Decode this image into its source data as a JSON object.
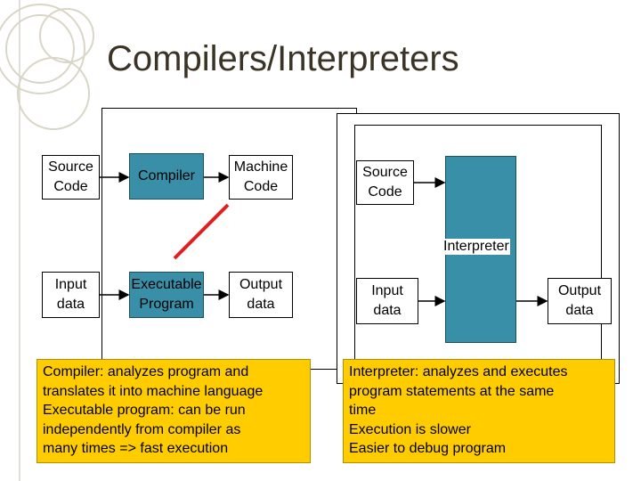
{
  "title": "Compilers/Interpreters",
  "compiler_panel": {
    "source_code": "Source\nCode",
    "compiler": "Compiler",
    "machine_code": "Machine\nCode",
    "input_data": "Input\ndata",
    "executable_program": "Executable\nProgram",
    "output_data": "Output\ndata",
    "note": "Compiler: analyzes program and\ntranslates it into machine language\nExecutable program: can be run\nindependently from compiler as\nmany times => fast execution"
  },
  "interpreter_panel": {
    "source_code": "Source\nCode",
    "interpreter": "Interpreter",
    "input_data": "Input\ndata",
    "output_data": "Output\ndata",
    "note": "Interpreter: analyzes and executes\nprogram statements at the same\ntime\nExecution is slower\nEasier to debug program"
  },
  "colors": {
    "process_box": "#3a8fa8",
    "note_background": "#ffcc00",
    "link_line": "#e02020",
    "title": "#3a3326"
  }
}
